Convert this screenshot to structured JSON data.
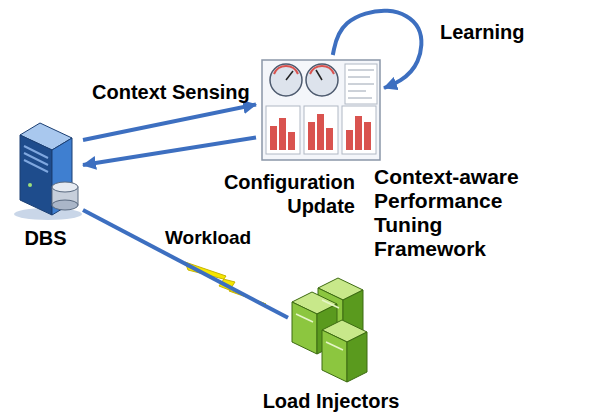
{
  "diagram": {
    "nodes": [
      {
        "text": [
          "DBS"
        ]
      },
      {
        "text": [
          "Context-aware Performance Tuning Framework"
        ]
      },
      {
        "text": [
          "Load Injectors"
        ]
      }
    ],
    "edges": [
      {
        "from": 0,
        "to": 1,
        "arrow": "to",
        "label": "Context Sensing"
      },
      {
        "from": 1,
        "to": 0,
        "arrow": "to",
        "label": "Configuration Update"
      },
      {
        "from": 0,
        "to": 2,
        "arrow": "none",
        "label": "Workload"
      },
      {
        "from": 1,
        "to": 1,
        "arrow": "to",
        "label": "Learning"
      }
    ]
  }
}
